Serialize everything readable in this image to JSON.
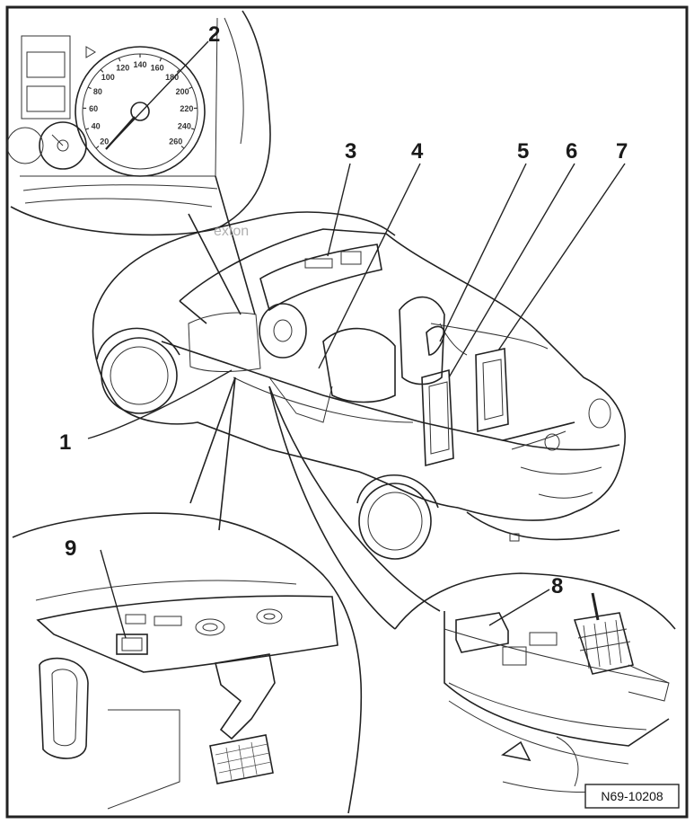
{
  "diagram": {
    "callouts": [
      {
        "id": "1",
        "label": "1"
      },
      {
        "id": "2",
        "label": "2"
      },
      {
        "id": "3",
        "label": "3"
      },
      {
        "id": "4",
        "label": "4"
      },
      {
        "id": "5",
        "label": "5"
      },
      {
        "id": "6",
        "label": "6"
      },
      {
        "id": "7",
        "label": "7"
      },
      {
        "id": "8",
        "label": "8"
      },
      {
        "id": "9",
        "label": "9"
      }
    ],
    "figure_ref": "N69-10208",
    "watermark": "exton",
    "speedometer": {
      "ticks": [
        "20",
        "40",
        "60",
        "80",
        "100",
        "120",
        "140",
        "160",
        "180",
        "200",
        "220",
        "240",
        "260"
      ]
    }
  }
}
